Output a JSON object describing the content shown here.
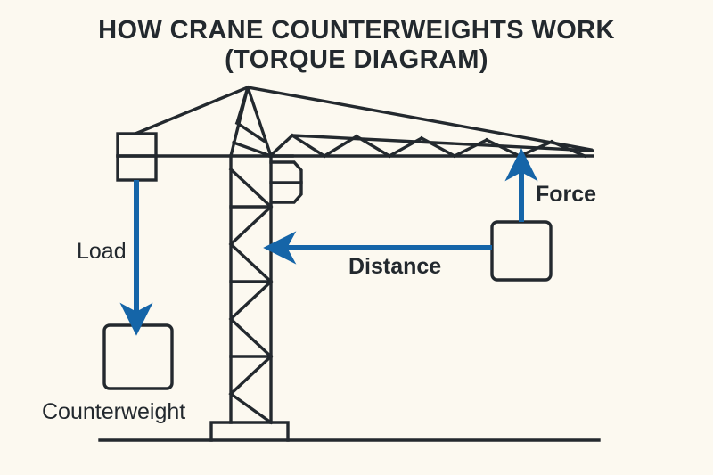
{
  "page": {
    "background_color": "#fcf9f0",
    "ink_color": "#23292e",
    "accent_color": "#1565a8"
  },
  "title": {
    "line1": "HOW CRANE COUNTERWEIGHTS WORK",
    "line2": "(TORQUE DIAGRAM)"
  },
  "labels": {
    "load": "Load",
    "counterweight": "Counterweight",
    "distance": "Distance",
    "force": "Force"
  },
  "diagram": {
    "type": "engineering-schematic",
    "subject": "tower crane torque balance",
    "parts": [
      "counterweight-arm",
      "counterweight-block",
      "mast",
      "mast-base",
      "ground-line",
      "a-frame",
      "operator-cab",
      "jib-truss",
      "hanging-counterweight-box",
      "load-block"
    ],
    "arrows": [
      {
        "name": "load-arrow",
        "direction": "down",
        "label": "Load"
      },
      {
        "name": "distance-arrow",
        "direction": "left",
        "label": "Distance"
      },
      {
        "name": "force-arrow",
        "direction": "up",
        "label": "Force"
      }
    ]
  }
}
